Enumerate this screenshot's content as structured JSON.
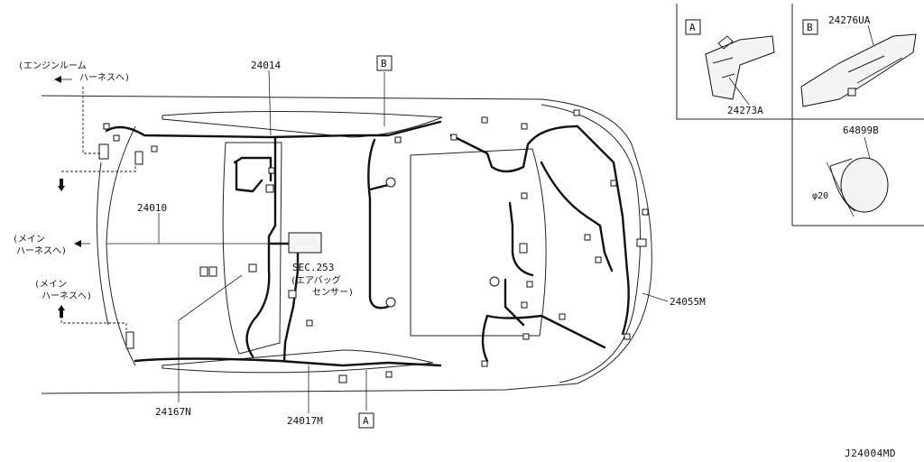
{
  "diagram_code": "J24004MD",
  "parts": {
    "p24014": "24014",
    "p24010": "24010",
    "p24167N": "24167N",
    "p24017M": "24017M",
    "p24055M": "24055M",
    "p24273A": "24273A",
    "p24276UA": "24276UA",
    "p64899B": "64899B"
  },
  "ref_sec": "SEC.253",
  "ref_sec_note_line1": "(エアバッグ",
  "ref_sec_note_line2": "センサー)",
  "to_engine_room_line1": "(エンジンルーム",
  "to_engine_room_line2": "ハーネスへ)",
  "to_main_1_line1": "(メイン",
  "to_main_1_line2": "ハーネスへ)",
  "to_main_2_line1": "(メイン",
  "to_main_2_line2": "ハーネスへ)",
  "view_a": "A",
  "view_b": "B",
  "dimension": "φ20"
}
